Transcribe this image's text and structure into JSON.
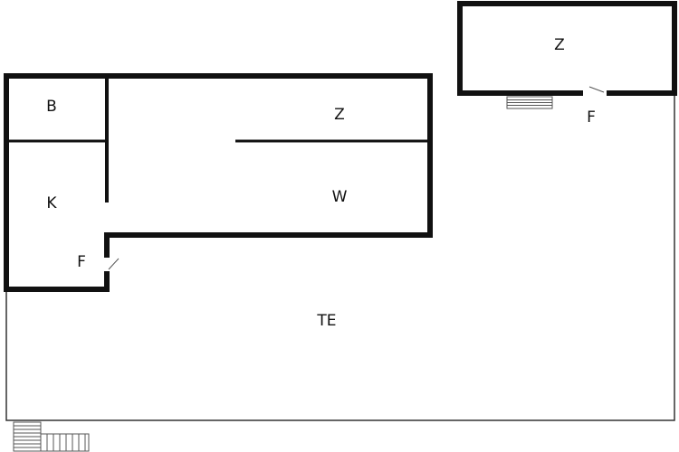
{
  "floor_plan": {
    "colors": {
      "wall": "#111111",
      "outline": "#333333",
      "background": "#ffffff"
    },
    "rooms": {
      "annex_z": "Z",
      "annex_entry_f": "F",
      "bath_b": "B",
      "living_z": "Z",
      "kitchen_k": "K",
      "living_w": "W",
      "entry_f": "F",
      "terrace_te": "TE"
    }
  }
}
